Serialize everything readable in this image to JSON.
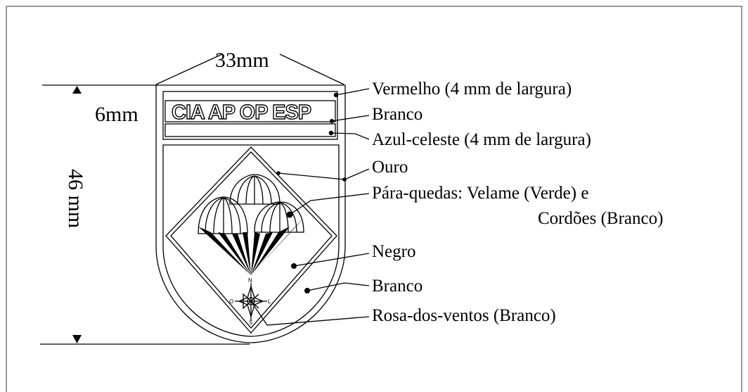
{
  "dimensions": {
    "width": "33mm",
    "stripe_height": "6mm",
    "height": "46 mm"
  },
  "badge": {
    "title_text": "CIA AP OP ESP"
  },
  "callouts": [
    "Vermelho (4 mm de largura)",
    "Branco",
    "Azul-celeste (4 mm de largura)",
    "Ouro",
    "Pára-quedas: Velame (Verde) e",
    "Cordões (Branco)",
    "Negro",
    "Branco",
    "Rosa-dos-ventos (Branco)"
  ],
  "compass": {
    "north": "N",
    "south": "S",
    "east": "L",
    "west": "O"
  }
}
